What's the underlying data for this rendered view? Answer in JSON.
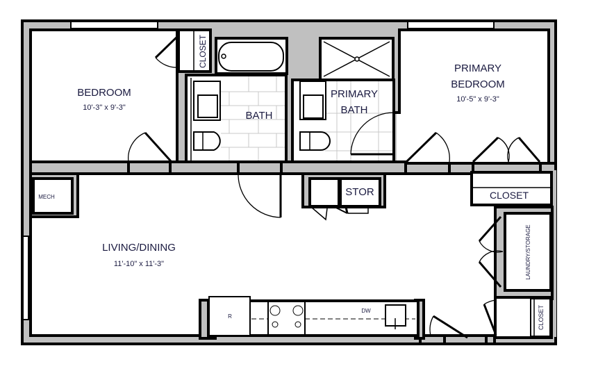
{
  "rooms": {
    "bedroom": {
      "name": "BEDROOM",
      "size": "10'-3\" x 9'-3\""
    },
    "bath": {
      "name": "BATH"
    },
    "primary_bath": {
      "name_line1": "PRIMARY",
      "name_line2": "BATH"
    },
    "primary_bedroom": {
      "name_line1": "PRIMARY",
      "name_line2": "BEDROOM",
      "size": "10'-5\" x 9'-3\""
    },
    "living_dining": {
      "name": "LIVING/DINING",
      "size": "11'-10\" x 11'-3\""
    },
    "bedroom_closet": {
      "name": "CLOSET"
    },
    "primary_closet": {
      "name": "CLOSET"
    },
    "laundry": {
      "name": "LAUNDRY/STORAGE"
    },
    "entry_closet": {
      "name": "CLOSET"
    },
    "mech": {
      "name": "MECH"
    },
    "stor": {
      "name": "STOR"
    }
  },
  "appliances": {
    "refrigerator": "R",
    "dishwasher": "DW"
  }
}
